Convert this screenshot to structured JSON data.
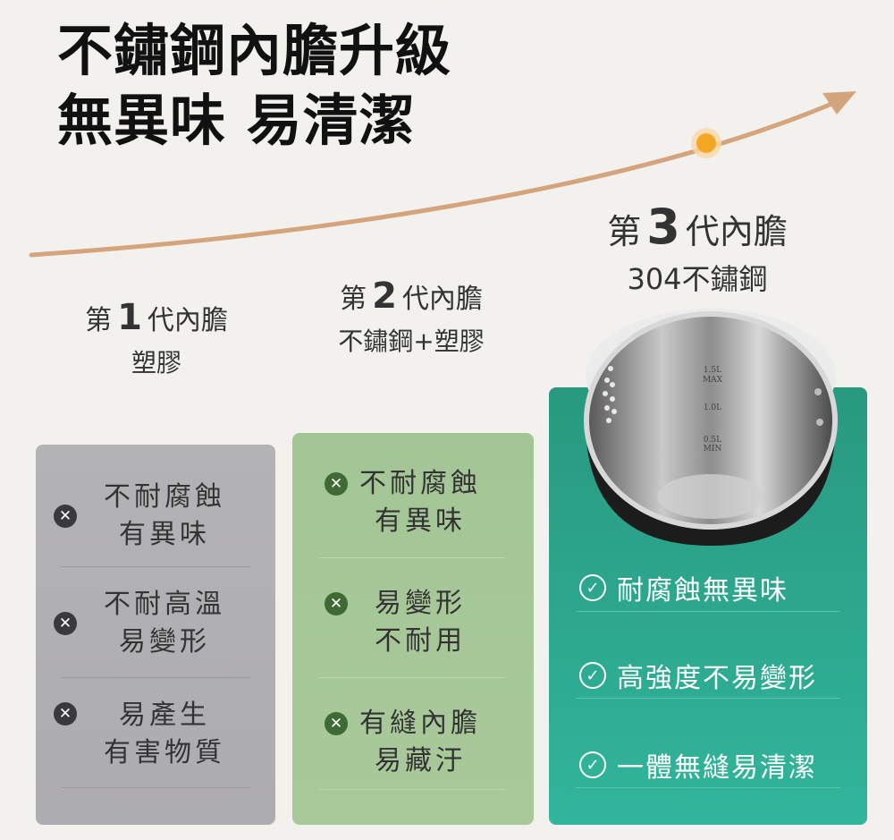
{
  "title": {
    "line1": "不鏽鋼內膽升級",
    "line2": "無異味 易清潔"
  },
  "colors": {
    "arrow": "#d4a47c",
    "dot": "#f5a623",
    "gen1_card": "#b0afb2",
    "gen2_card": "#a6c798",
    "gen3_card": "#2ca88e"
  },
  "generations": [
    {
      "prefix": "第",
      "number": "1",
      "suffix": "代內膽",
      "material": "塑膠",
      "items": [
        {
          "icon": "x-circle-icon",
          "lines": [
            "不耐腐蝕",
            "有異味"
          ]
        },
        {
          "icon": "x-circle-icon",
          "lines": [
            "不耐高溫",
            "易變形"
          ]
        },
        {
          "icon": "x-circle-icon",
          "lines": [
            "易產生",
            "有害物質"
          ]
        }
      ]
    },
    {
      "prefix": "第",
      "number": "2",
      "suffix": "代內膽",
      "material": "不鏽鋼+塑膠",
      "items": [
        {
          "icon": "x-circle-icon",
          "lines": [
            "不耐腐蝕",
            "有異味"
          ]
        },
        {
          "icon": "x-circle-icon",
          "lines": [
            "易變形",
            "不耐用"
          ]
        },
        {
          "icon": "x-circle-icon",
          "lines": [
            "有縫內膽",
            "易藏汙"
          ]
        }
      ]
    },
    {
      "prefix": "第",
      "number": "3",
      "suffix": "代內膽",
      "material": "304不鏽鋼",
      "items": [
        {
          "icon": "check-circle-icon",
          "text": "耐腐蝕無異味"
        },
        {
          "icon": "check-circle-icon",
          "text": "高強度不易變形"
        },
        {
          "icon": "check-circle-icon",
          "text": "一體無縫易清潔"
        }
      ]
    }
  ],
  "kettle_markings": [
    "1.5L",
    "MAX",
    "1.0L",
    "0.5L",
    "MIN"
  ]
}
